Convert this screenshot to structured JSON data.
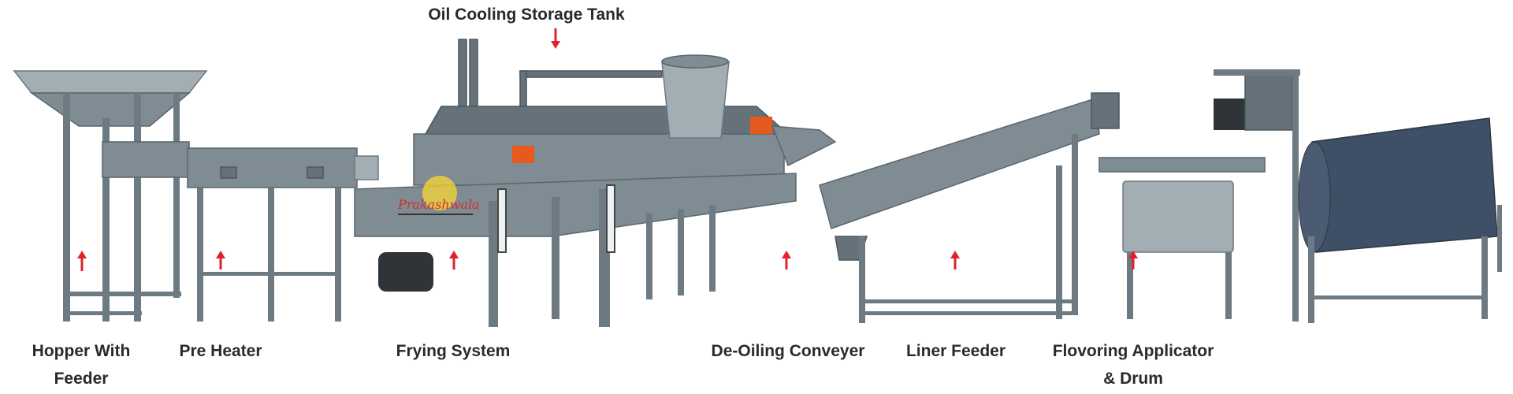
{
  "diagram": {
    "brand_logo_text": "Prakashwala",
    "labels": {
      "oil_cooling_tank": "Oil Cooling Storage Tank",
      "hopper_line1": "Hopper With",
      "hopper_line2": "Feeder",
      "pre_heater": "Pre Heater",
      "frying_system": "Frying System",
      "de_oiling": "De-Oiling Conveyer",
      "liner_feeder": "Liner Feeder",
      "flavoring_line1": "Flovoring Applicator",
      "flavoring_line2": "& Drum"
    },
    "colors": {
      "arrow": "#e0212b",
      "machine": "#7f8c94",
      "label": "#2a2a2a"
    }
  }
}
